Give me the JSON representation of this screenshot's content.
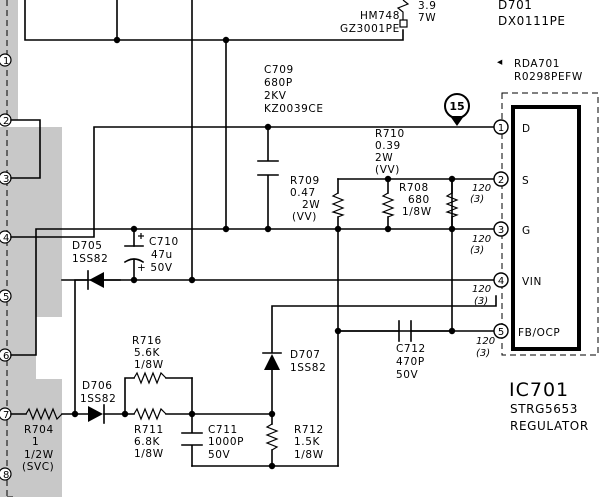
{
  "ic": {
    "ref": "IC701",
    "part": "STRG5653",
    "desc": "REGULATOR",
    "pins": [
      {
        "num": "1",
        "name": "D",
        "note1": "",
        "note2": ""
      },
      {
        "num": "2",
        "name": "S",
        "note1": "120",
        "note2": "(3)"
      },
      {
        "num": "3",
        "name": "G",
        "note1": "120",
        "note2": "(3)"
      },
      {
        "num": "4",
        "name": "VIN",
        "note1": "120",
        "note2": "(3)"
      },
      {
        "num": "5",
        "name": "FB/OCP",
        "note1": "120",
        "note2": "(3)"
      }
    ]
  },
  "top": {
    "d701_1": "D701",
    "d701_2": "DX0111PE",
    "hm748_1": "HM748",
    "hm748_2": "GZ3001PE",
    "r_top_1": "3.9",
    "r_top_2": "7W",
    "rda_marker": "◂",
    "rda_1": "RDA701",
    "rda_2": "R0298PEFW"
  },
  "marker": {
    "num": "15"
  },
  "components": {
    "c709": [
      "C709",
      "680P",
      "2KV",
      "KZ0039CE"
    ],
    "r710": [
      "R710",
      "0.39",
      "2W",
      "(VV)"
    ],
    "r709": [
      "R709",
      "0.47",
      "2W",
      "(VV)"
    ],
    "r708": [
      "R708",
      "680",
      "1/8W"
    ],
    "c710": [
      "C710",
      "47u",
      "+ 50V"
    ],
    "d705": [
      "D705",
      "1SS82"
    ],
    "r716": [
      "R716",
      "5.6K",
      "1/8W"
    ],
    "d707": [
      "D707",
      "1SS82"
    ],
    "c712": [
      "C712",
      "470P",
      "50V"
    ],
    "d706": [
      "D706",
      "1SS82"
    ],
    "r711": [
      "R711",
      "6.8K",
      "1/8W"
    ],
    "c711": [
      "C711",
      "1000P",
      "50V"
    ],
    "r712": [
      "R712",
      "1.5K",
      "1/8W"
    ],
    "r704": [
      "R704",
      "1",
      "1/2W",
      "(SVC)"
    ]
  },
  "connector_pins": [
    "1",
    "2",
    "3",
    "4",
    "5",
    "6",
    "7",
    "8"
  ],
  "styles": {
    "ink": "#000000",
    "shade": "#c8c8c8",
    "paper": "#ffffff"
  }
}
